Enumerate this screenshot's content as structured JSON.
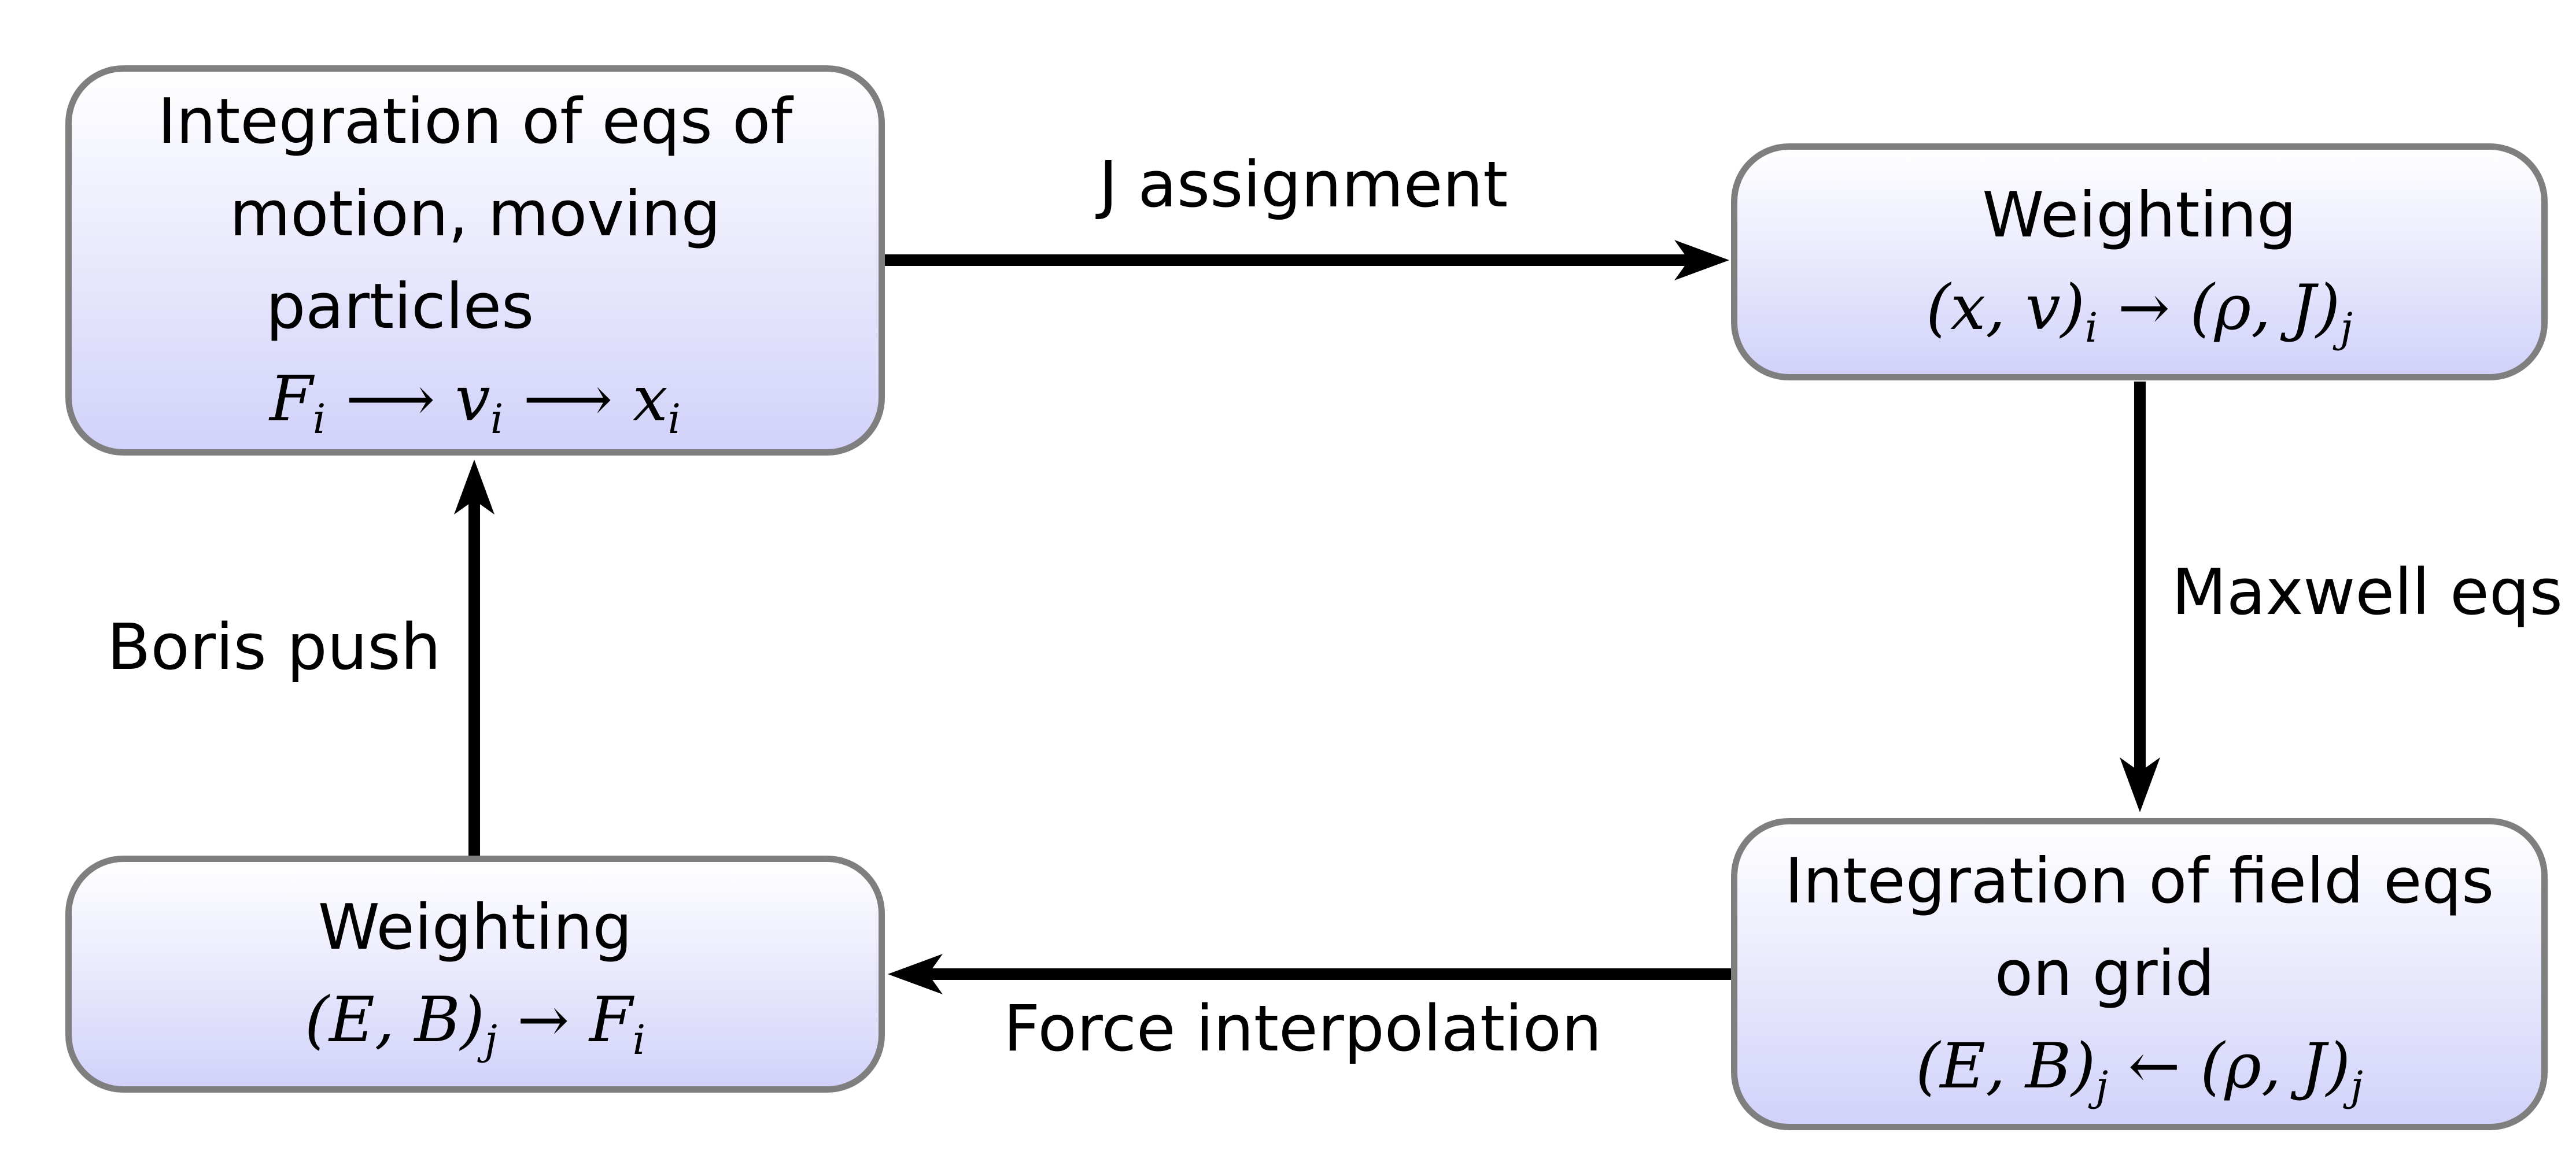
{
  "nodes": {
    "top_left": {
      "lines": [
        "Integration of eqs of",
        "motion, moving",
        "particles"
      ],
      "math": {
        "F": "F",
        "i1": "i",
        "arrow1": "⟶",
        "v": "v",
        "i2": "i",
        "arrow2": "⟶",
        "x": "x",
        "i3": "i"
      }
    },
    "top_right": {
      "title": "Weighting",
      "math": {
        "lhs": "(x, v)",
        "lhs_sub": "i",
        "arrow": "→",
        "rhs": "(ρ, J)",
        "rhs_sub": "j"
      }
    },
    "bottom_right": {
      "lines": [
        "Integration of field eqs",
        "on grid"
      ],
      "math": {
        "lhs": "(E, B)",
        "lhs_sub": "j",
        "arrow": "←",
        "rhs": "(ρ, J)",
        "rhs_sub": "j"
      }
    },
    "bottom_left": {
      "title": "Weighting",
      "math": {
        "lhs": "(E, B)",
        "lhs_sub": "j",
        "arrow": "→",
        "rhs": "F",
        "rhs_sub": "i"
      }
    }
  },
  "edges": {
    "j_assignment": "J assignment",
    "maxwell": "Maxwell eqs",
    "force_interpolation": "Force interpolation",
    "boris_push": "Boris push"
  },
  "colors": {
    "node_border": "#7f7f7f",
    "node_fill_top": "#ffffff",
    "node_fill_bottom": "#d2d2fa",
    "arrow": "#000000"
  }
}
